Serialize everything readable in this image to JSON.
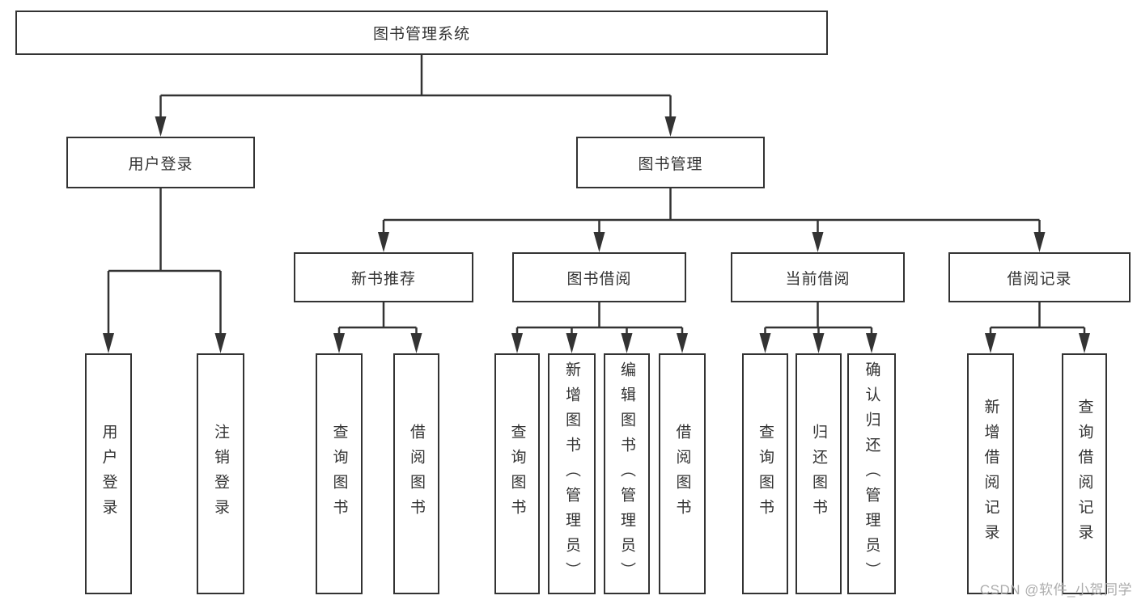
{
  "diagram": {
    "root": {
      "label": "图书管理系统"
    },
    "level2": [
      {
        "label": "用户登录"
      },
      {
        "label": "图书管理"
      }
    ],
    "level3": [
      {
        "label": "新书推荐"
      },
      {
        "label": "图书借阅"
      },
      {
        "label": "当前借阅"
      },
      {
        "label": "借阅记录"
      }
    ],
    "leaves": {
      "user_login": [
        "用户登录",
        "注销登录"
      ],
      "new_book_rec": [
        "查询图书",
        "借阅图书"
      ],
      "book_borrow": [
        "查询图书",
        "新增图书（管理员）",
        "编辑图书（管理员）",
        "借阅图书"
      ],
      "current_borrow": [
        "查询图书",
        "归还图书",
        "确认归还（管理员）"
      ],
      "borrow_record": [
        "新增借阅记录",
        "查询借阅记录"
      ]
    }
  },
  "watermark": {
    "text": "CSDN @软件_小贺同学"
  },
  "colors": {
    "line": "#333333",
    "text": "#333333",
    "box_background": "#ffffff",
    "watermark_gray": "#adadad",
    "background": "#ffffff"
  }
}
